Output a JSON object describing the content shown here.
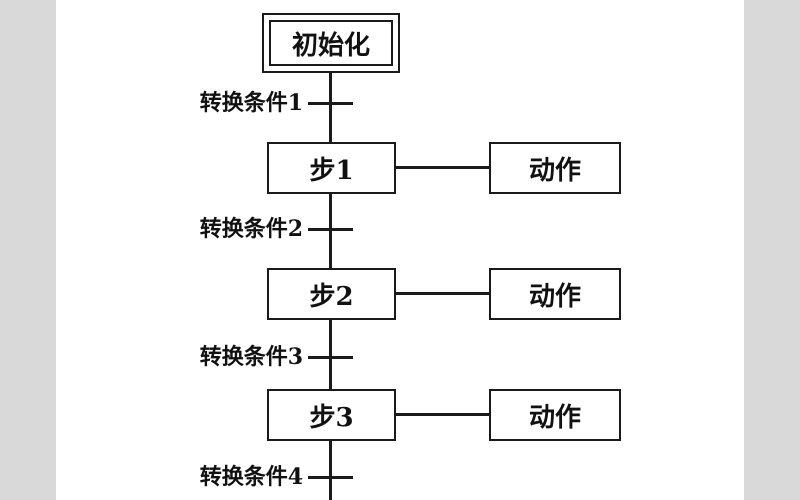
{
  "diagram": {
    "type": "sequential-function-chart",
    "init_label": "初始化",
    "steps": [
      {
        "label": "步1",
        "action": "动作"
      },
      {
        "label": "步2",
        "action": "动作"
      },
      {
        "label": "步3",
        "action": "动作"
      }
    ],
    "transitions": [
      {
        "label": "转换条件1"
      },
      {
        "label": "转换条件2"
      },
      {
        "label": "转换条件3"
      },
      {
        "label": "转换条件4"
      }
    ],
    "colors": {
      "line": "#1a1a1a",
      "background": "#ffffff",
      "edge_strip": "#d9d9d9"
    }
  }
}
